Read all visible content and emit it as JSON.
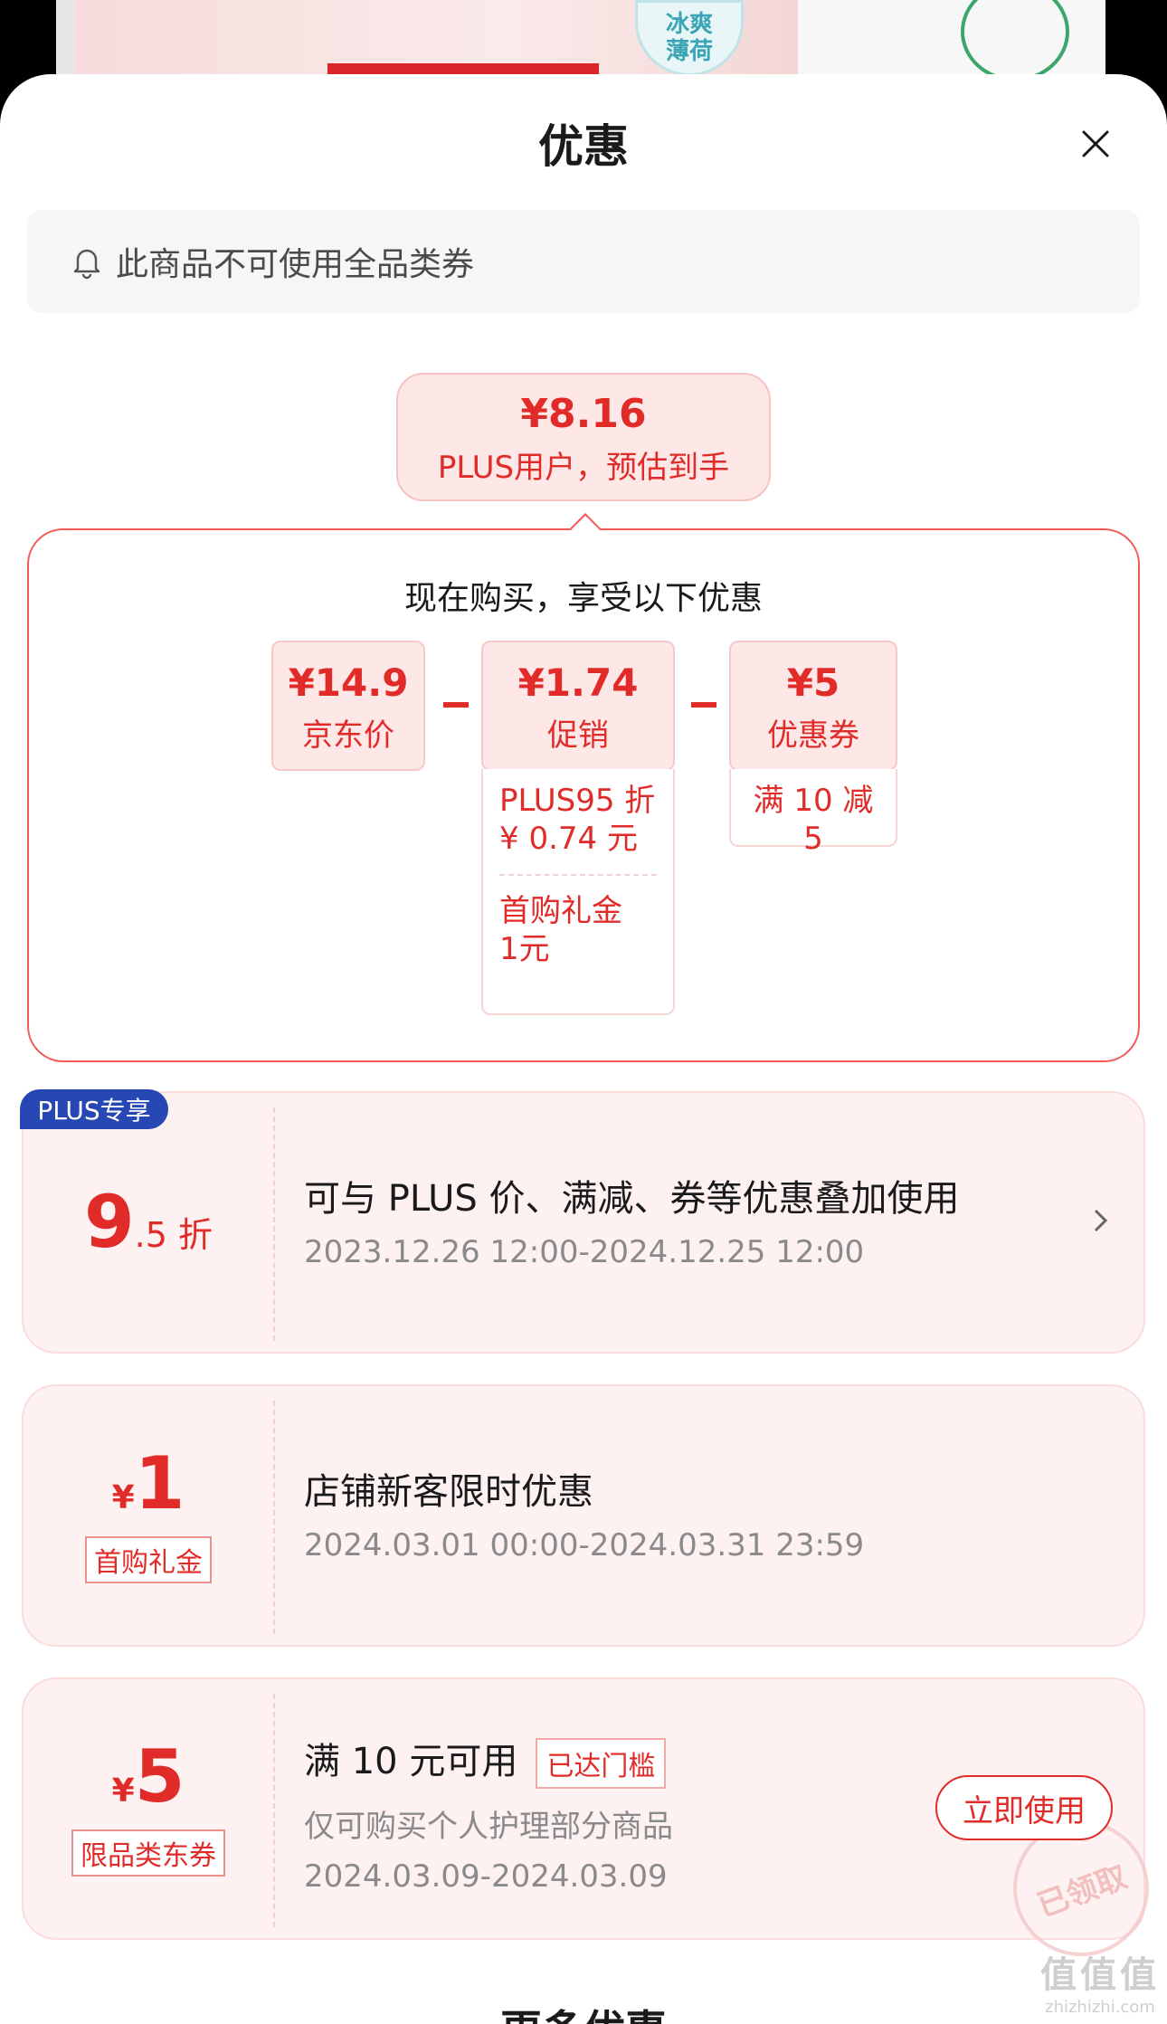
{
  "background": {
    "tag_line1": "冰爽",
    "tag_line2": "薄荷"
  },
  "header": {
    "title": "优惠",
    "close_icon": "close-icon"
  },
  "notice": {
    "icon": "bell-icon",
    "text": "此商品不可使用全品类券"
  },
  "estimate": {
    "price": "¥8.16",
    "label": "PLUS用户，预估到手"
  },
  "breakdown": {
    "heading": "现在购买，享受以下优惠",
    "cards": [
      {
        "value": "¥14.9",
        "name": "京东价"
      },
      {
        "value": "¥1.74",
        "name": "促销"
      },
      {
        "value": "¥5",
        "name": "优惠券"
      }
    ],
    "promo_details": [
      {
        "line1": "PLUS95 折",
        "line2": "¥ 0.74 元"
      },
      {
        "line1": "首购礼金",
        "line2": "1元"
      }
    ],
    "coupon_detail": "满 10 减 5"
  },
  "coupons": [
    {
      "tag": "PLUS专享",
      "big": "9",
      "small": ".5 折",
      "title": "可与 PLUS 价、满减、券等优惠叠加使用",
      "period": "2023.12.26 12:00-2024.12.25 12:00"
    },
    {
      "yen": "¥",
      "big": "1",
      "badge": "首购礼金",
      "title": "店铺新客限时优惠",
      "period": "2024.03.01 00:00-2024.03.31 23:59"
    },
    {
      "yen": "¥",
      "big": "5",
      "badge": "限品类东券",
      "title": "满 10 元可用",
      "met_label": "已达门槛",
      "scope": "仅可购买个人护理部分商品",
      "period": "2024.03.09-2024.03.09",
      "button": "立即使用",
      "stamp": "已领取"
    }
  ],
  "more": {
    "title": "更多优惠"
  },
  "watermark": {
    "line1": "值值值",
    "line2": "zhizhizhi.com"
  }
}
